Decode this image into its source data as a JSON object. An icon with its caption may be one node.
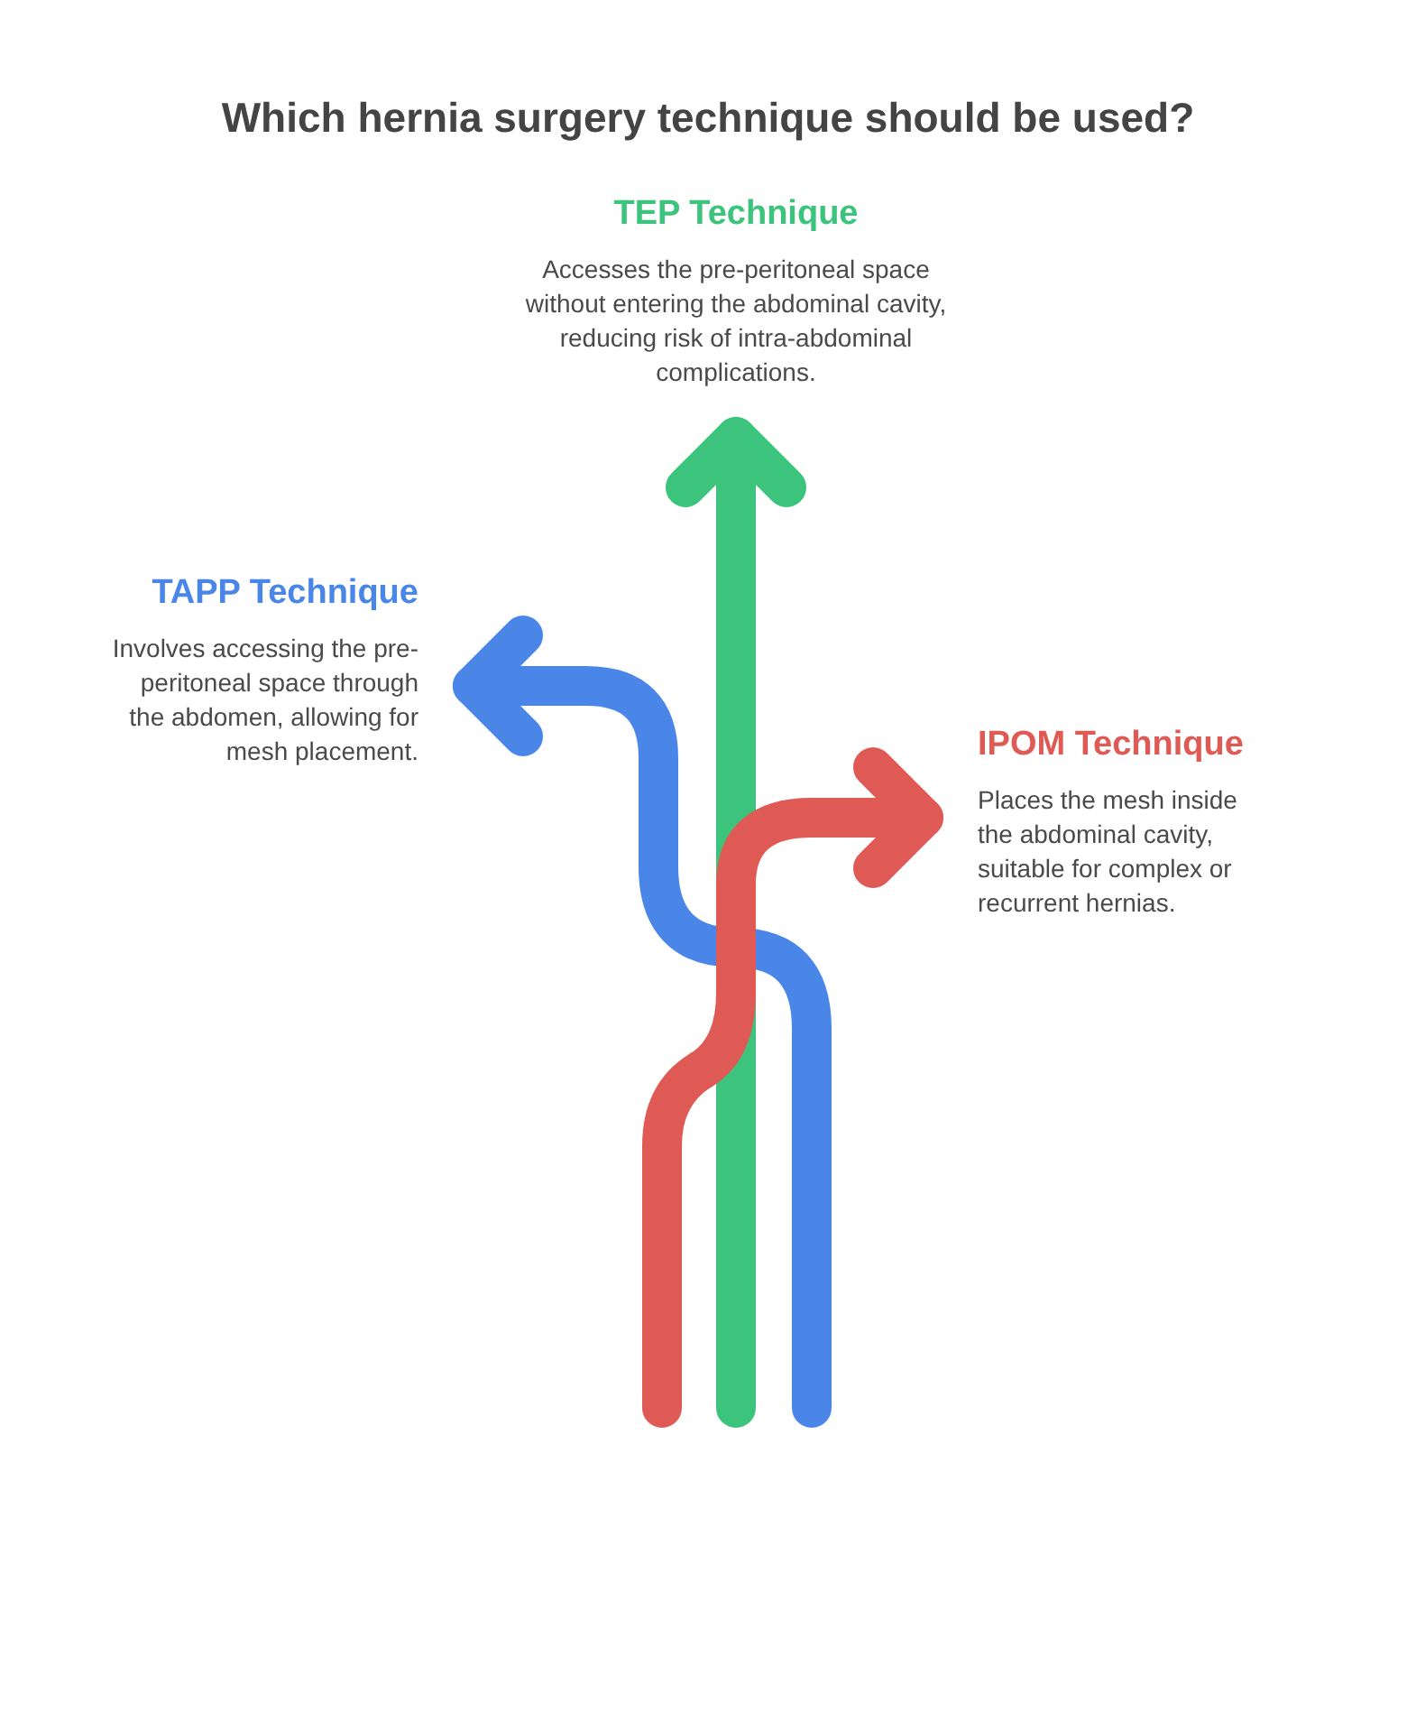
{
  "diagram": {
    "title": "Which hernia surgery technique should be used?",
    "nodes": [
      {
        "text": [
          "TEP Technique",
          "Accesses the pre-peritoneal space without entering the abdominal cavity, reducing risk of intra-abdominal complications."
        ]
      },
      {
        "text": [
          "TAPP Technique",
          "Involves accessing the pre-peritoneal space through the abdomen, allowing for mesh placement."
        ]
      },
      {
        "text": [
          "IPOM Technique",
          "Places the mesh inside the abdominal cavity, suitable for complex or recurrent hernias."
        ]
      }
    ],
    "edges": [
      {
        "from": null,
        "to": 1,
        "arrow": "to",
        "color": "#4a86e8"
      },
      {
        "from": null,
        "to": 0,
        "arrow": "to",
        "color": "#3cc47c"
      },
      {
        "from": null,
        "to": 2,
        "arrow": "to",
        "color": "#e05a55"
      }
    ]
  }
}
